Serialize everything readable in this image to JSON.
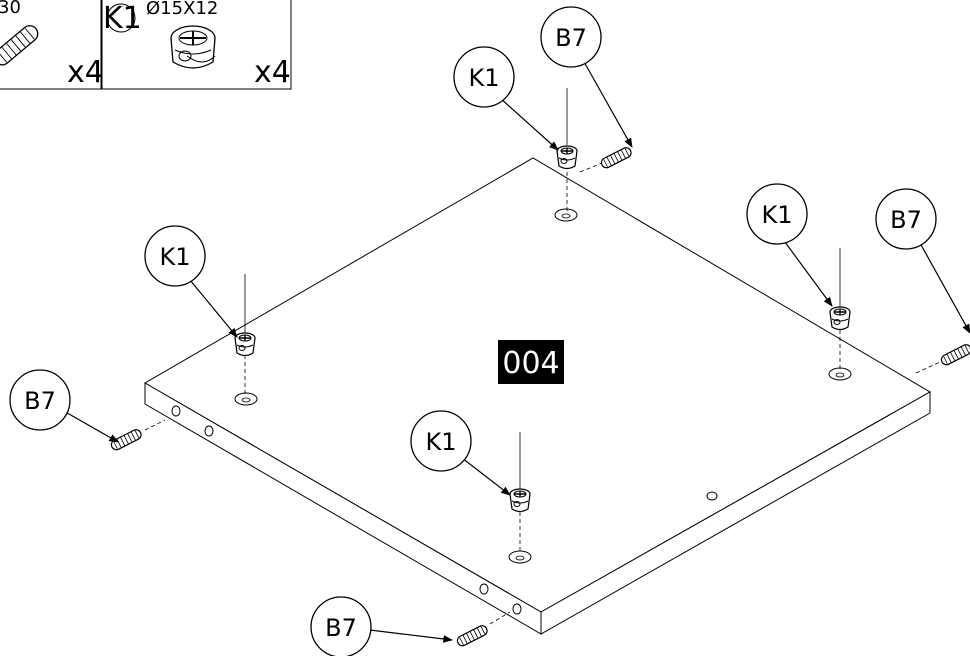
{
  "parts_box": {
    "dowel": {
      "size_fragment": "30",
      "quantity": "x4"
    },
    "cam_lock": {
      "code": "K1",
      "size": "Ø15X12",
      "quantity": "x4"
    }
  },
  "panel": {
    "label": "004"
  },
  "callouts": {
    "k1_back": "K1",
    "k1_left": "K1",
    "k1_right": "K1",
    "k1_front": "K1",
    "b7_back": "B7",
    "b7_right": "B7",
    "b7_left": "B7",
    "b7_front": "B7"
  }
}
